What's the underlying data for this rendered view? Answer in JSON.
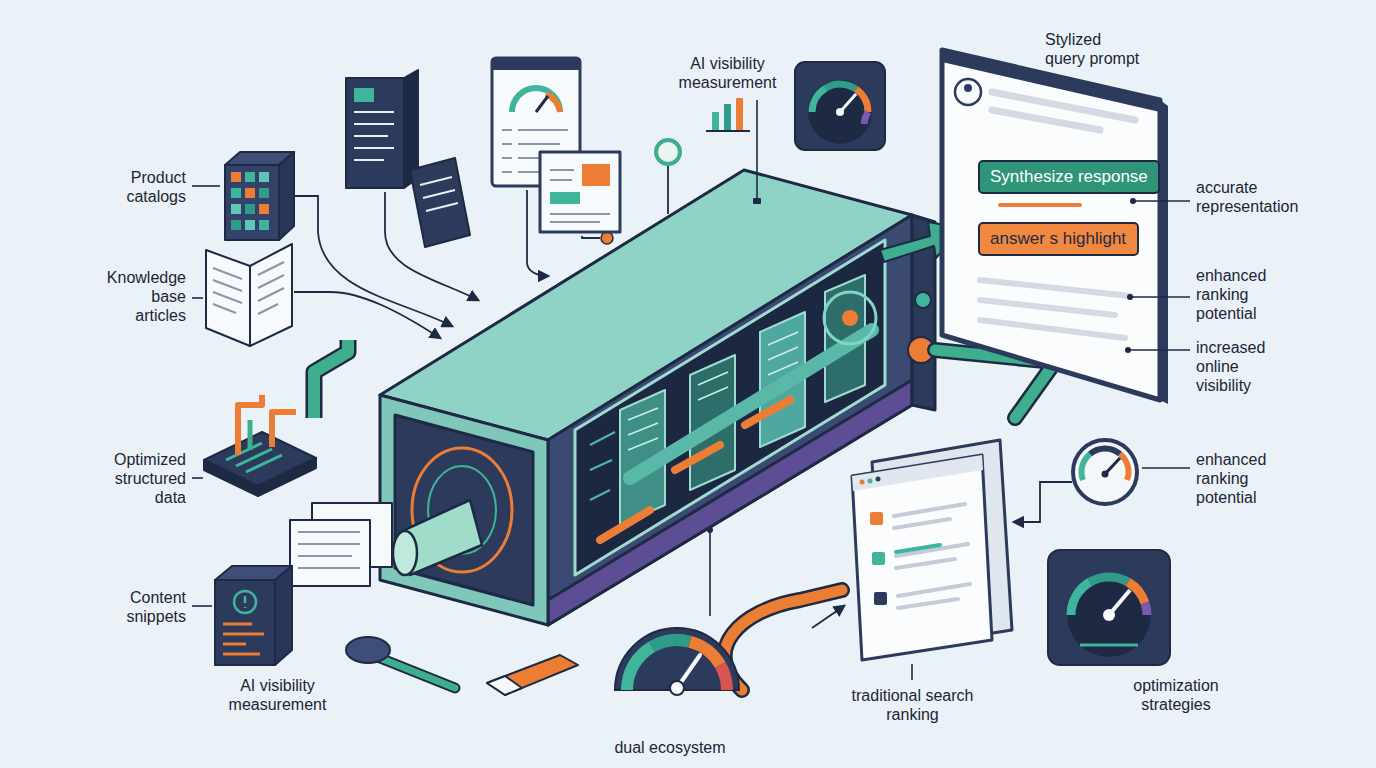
{
  "diagram": {
    "nodes": [
      {
        "text": [
          "Synthesize response"
        ]
      },
      {
        "text": [
          "answer s highlight"
        ]
      }
    ],
    "labels": [
      "AI visibility measurement",
      "Stylized query prompt",
      "Product catalogs",
      "accurate representation",
      "Knowledge base articles",
      "enhanced ranking potential",
      "increased online visibility",
      "Optimized structured data",
      "enhanced ranking potential",
      "Content snippets",
      "optimization strategies",
      "AI visibility measurement",
      "dual ecosystem",
      "traditional search ranking"
    ]
  }
}
